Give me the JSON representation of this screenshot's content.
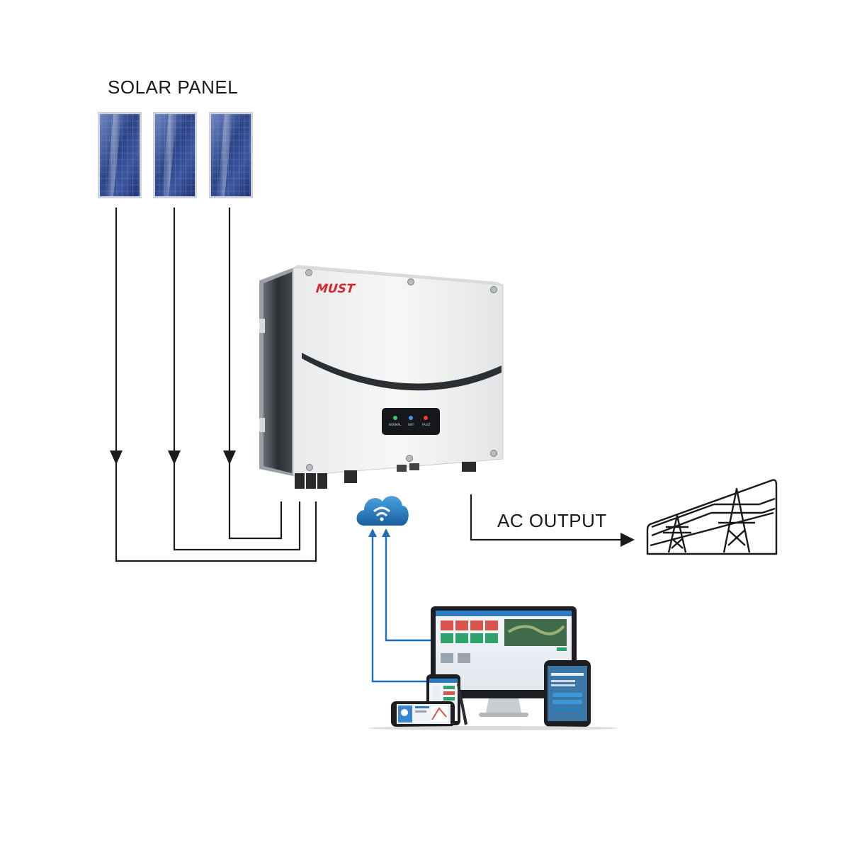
{
  "labels": {
    "solar_panel": "SOLAR PANEL",
    "ac_output": "AC OUTPUT"
  },
  "inverter": {
    "brand": "MUST",
    "leds": [
      "NORMAL",
      "WIFI",
      "FAULT"
    ]
  },
  "colors": {
    "wire": "#1a1a1a",
    "cloud_blue": "#1f6fb5",
    "signal_blue": "#1f6fb5",
    "brand_red": "#d8262f",
    "panel_blue": "#2f4a8c",
    "led_green": "#33cc66",
    "led_blue": "#3399ff",
    "led_red": "#ff3333"
  },
  "icons": [
    "solar-panel-icon",
    "inverter-icon",
    "wifi-cloud-icon",
    "transmission-tower-icon",
    "desktop-monitor-icon",
    "smartphone-icon",
    "tablet-icon"
  ]
}
